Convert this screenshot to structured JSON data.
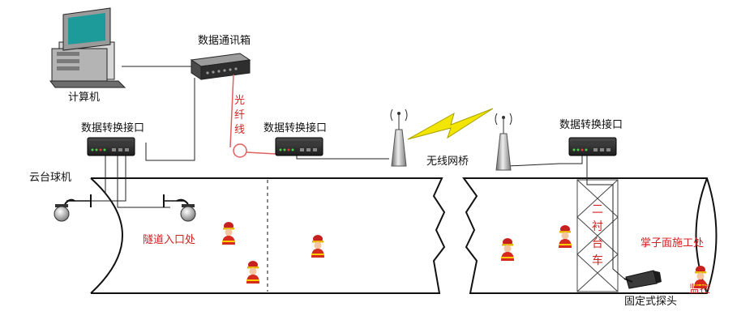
{
  "labels": {
    "computer": "计算机",
    "data_box": "数据通讯箱",
    "fiber": [
      "光",
      "纤",
      "线"
    ],
    "converter_1": "数据转换接口",
    "converter_2": "数据转换接口",
    "converter_3": "数据转换接口",
    "ptz_camera": "云台球机",
    "wireless_bridge": "无线网桥",
    "tunnel_entrance": "隧道入口处",
    "lining_trolley": [
      "二",
      "衬",
      "台",
      "车"
    ],
    "work_face": "掌子面施工处",
    "fixed_camera": "固定式探头",
    "corner_mark": "监控"
  },
  "colors": {
    "red_text": "#d42020",
    "lightning": "#f2e600",
    "tunnel_line": "#111111",
    "fiber": "#e06060"
  }
}
